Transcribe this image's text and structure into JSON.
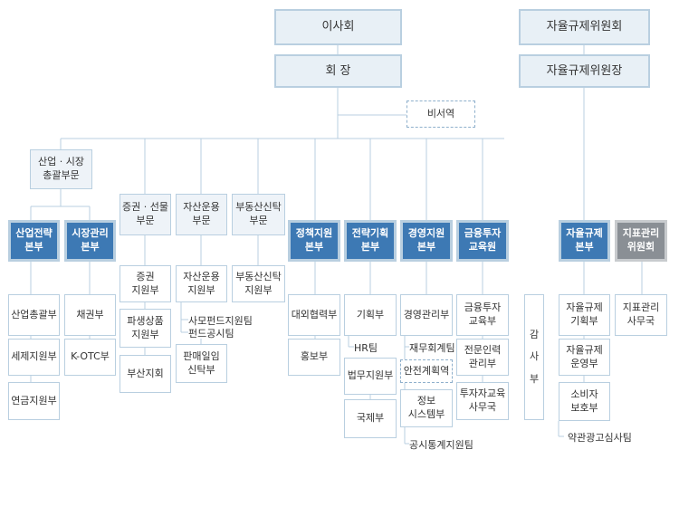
{
  "top": {
    "board": "이사회",
    "chairman": "회    장",
    "sr_committee": "자율규제위원회",
    "sr_chair": "자율규제위원장",
    "secretary": "비서역"
  },
  "groups": {
    "industry_market": "산업 · 시장\n총괄부문",
    "securities_futures": "증권 · 선물\n부문",
    "asset_mgmt": "자산운용\n부문",
    "real_estate": "부동산신탁\n부문"
  },
  "depts": {
    "industry_strategy": "산업전략\n본부",
    "market_mgmt": "시장관리\n본부",
    "policy_support": "정책지원\n본부",
    "strategic_planning": "전략기획\n본부",
    "management_support": "경영지원\n본부",
    "investment_edu": "금융투자\n교육원",
    "self_regulation": "자율규제\n본부",
    "index_mgmt": "지표관리\n위원회"
  },
  "units": {
    "industry_general": "산업총괄부",
    "tax_support": "세제지원부",
    "pension_support": "연금지원부",
    "bond": "채권부",
    "k_otc": "K-OTC부",
    "securities_support": "증권\n지원부",
    "derivatives_support": "파생상품\n지원부",
    "busan_office": "부산지회",
    "asset_support": "자산운용\n지원부",
    "private_fund_team": "사모펀드지원팀",
    "fund_notice_team": "펀드공시팀",
    "sales_trust": "판매일임\n신탁부",
    "real_estate_support": "부동산신탁\n지원부",
    "external_coop": "대외협력부",
    "pr": "홍보부",
    "planning": "기획부",
    "hr_team": "HR팀",
    "legal_support": "법무지원부",
    "international": "국제부",
    "management": "경영관리부",
    "finance_accounting_team": "재무회계팀",
    "safety_planning": "안전계획역",
    "info_system": "정보\n시스템부",
    "public_stats_team": "공시통계지원팀",
    "edu_dept": "금융투자\n교육부",
    "professional_mgmt": "전문인력\n관리부",
    "edu_office": "투자자교육\n사무국",
    "audit": "감\n\n사\n\n부",
    "sr_planning": "자율규제\n기획부",
    "sr_operation": "자율규제\n운영부",
    "consumer_protection": "소비자\n보호부",
    "terms_ad_team": "약관광고심사팀",
    "index_office": "지표관리\n사무국"
  }
}
